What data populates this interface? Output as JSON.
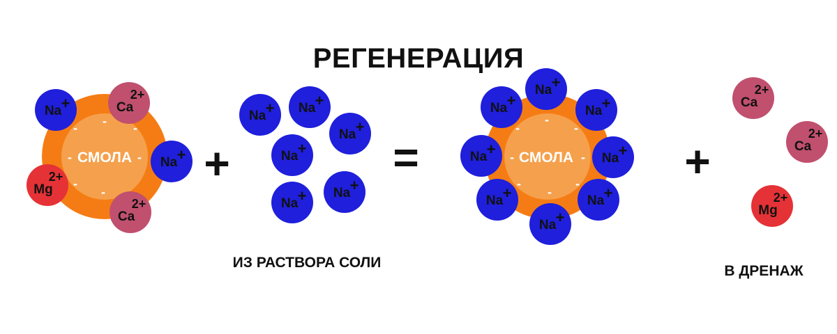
{
  "title": "РЕГЕНЕРАЦИЯ",
  "resin_label": "СМОЛА",
  "charge_minus": "-",
  "plus_sign": "+",
  "equals_sign": "=",
  "captions": {
    "from_salt": "ИЗ РАСТВОРА СОЛИ",
    "to_drain": "В ДРЕНАЖ"
  },
  "ions": {
    "na": {
      "symbol": "Na",
      "charge": "+"
    },
    "ca": {
      "symbol": "Ca",
      "charge": "2+"
    },
    "mg": {
      "symbol": "Mg",
      "charge": "2+"
    }
  },
  "colors": {
    "na": "#1f1fdc",
    "ca": "#c0506e",
    "mg": "#e53236",
    "resin_outer": "#f57c14",
    "resin_inner": "#f5a04c",
    "ink": "#111111"
  }
}
